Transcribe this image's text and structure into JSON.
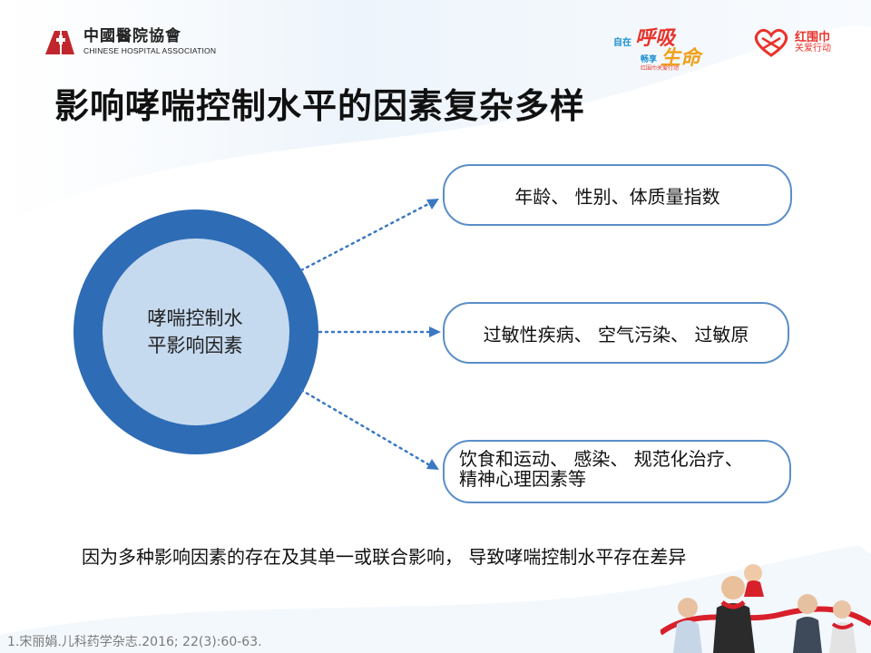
{
  "header": {
    "org_logo": {
      "name_cn": "中國醫院協會",
      "name_en": "CHINESE HOSPITAL ASSOCIATION"
    },
    "campaign_logo": {
      "line_a": "自在",
      "line_b": "呼吸",
      "line_c": "畅享",
      "line_d": "生命",
      "line_e": "红围巾关爱行动"
    },
    "scarf_logo": {
      "line1": "红围巾",
      "line2": "关爱行动"
    }
  },
  "title": "影响哮喘控制水平的因素复杂多样",
  "diagram": {
    "center": {
      "label_line1": "哮喘控制水",
      "label_line2": "平影响因素"
    },
    "factors": [
      {
        "text": "年龄、 性别、体质量指数"
      },
      {
        "text": "过敏性疾病、 空气污染、 过敏原"
      },
      {
        "text_line1": "饮食和运动、 感染、 规范化治疗、",
        "text_line2": "精神心理因素等"
      }
    ]
  },
  "conclusion": "因为多种影响因素的存在及其单一或联合影响， 导致哮喘控制水平存在差异",
  "citation": "1.宋丽娟.儿科药学杂志.2016; 22(3):60-63.",
  "colors": {
    "ring": "#2e6cb5",
    "inner": "#c5d9ef",
    "box_border": "#5b8ec7",
    "dots": "#3a78c2",
    "background_wave": "#d6e7f6"
  }
}
